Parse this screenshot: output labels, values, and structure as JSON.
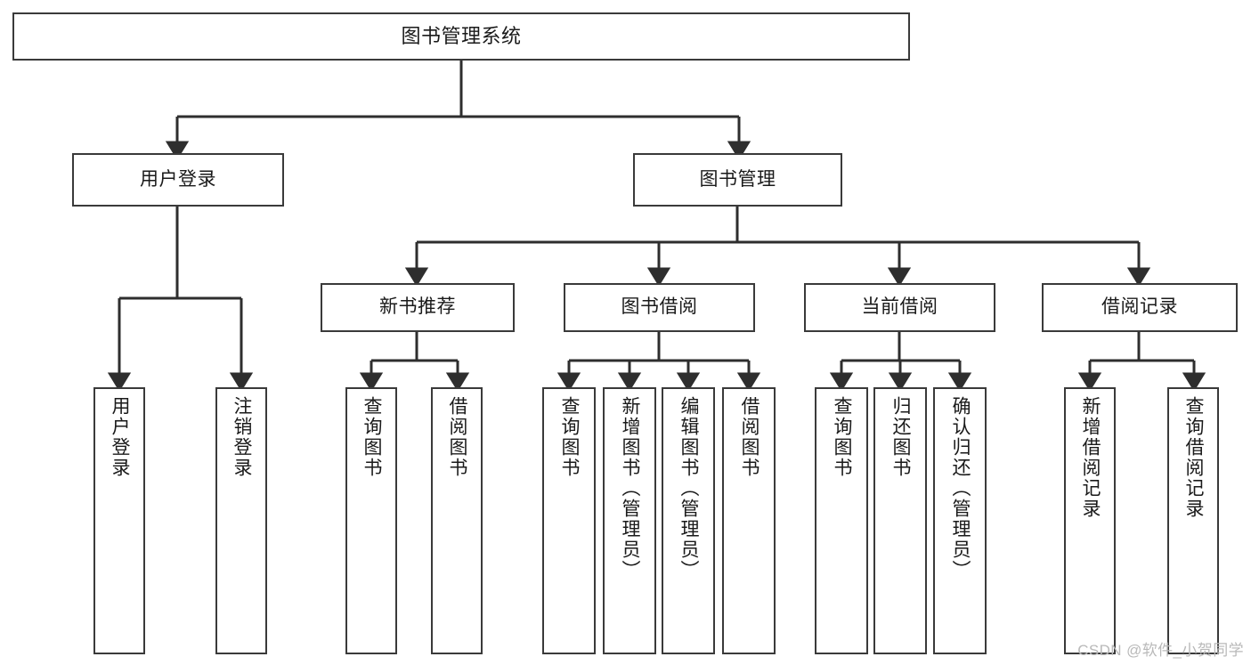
{
  "diagram": {
    "type": "tree",
    "title": "图书管理系统",
    "orientation": "top-down",
    "stroke_color": "#3a3a3a",
    "fill_color": "#ffffff",
    "text_color": "#1a1a1a",
    "root": {
      "id": "root",
      "label": "图书管理系统"
    },
    "level2": [
      {
        "id": "n-user-login",
        "label": "用户登录"
      },
      {
        "id": "n-book-manage",
        "label": "图书管理"
      }
    ],
    "level3": [
      {
        "id": "n-new-book-rec",
        "label": "新书推荐",
        "parent": "n-book-manage"
      },
      {
        "id": "n-book-borrow",
        "label": "图书借阅",
        "parent": "n-book-manage"
      },
      {
        "id": "n-current-borrow",
        "label": "当前借阅",
        "parent": "n-book-manage"
      },
      {
        "id": "n-borrow-record",
        "label": "借阅记录",
        "parent": "n-book-manage"
      }
    ],
    "leaves": [
      {
        "id": "leaf-user-login",
        "label": "用户登录",
        "parent": "n-user-login"
      },
      {
        "id": "leaf-logout-login",
        "label": "注销登录",
        "parent": "n-user-login"
      },
      {
        "id": "leaf-query-book-1",
        "label": "查询图书",
        "parent": "n-new-book-rec"
      },
      {
        "id": "leaf-borrow-book-1",
        "label": "借阅图书",
        "parent": "n-new-book-rec"
      },
      {
        "id": "leaf-query-book-2",
        "label": "查询图书",
        "parent": "n-book-borrow"
      },
      {
        "id": "leaf-add-book",
        "label": "新增图书（管理员）",
        "parent": "n-book-borrow"
      },
      {
        "id": "leaf-edit-book",
        "label": "编辑图书（管理员）",
        "parent": "n-book-borrow"
      },
      {
        "id": "leaf-borrow-book-2",
        "label": "借阅图书",
        "parent": "n-book-borrow"
      },
      {
        "id": "leaf-query-book-3",
        "label": "查询图书",
        "parent": "n-current-borrow"
      },
      {
        "id": "leaf-return-book",
        "label": "归还图书",
        "parent": "n-current-borrow"
      },
      {
        "id": "leaf-confirm-return",
        "label": "确认归还（管理员）",
        "parent": "n-current-borrow"
      },
      {
        "id": "leaf-add-record",
        "label": "新增借阅记录",
        "parent": "n-borrow-record"
      },
      {
        "id": "leaf-query-record",
        "label": "查询借阅记录",
        "parent": "n-borrow-record"
      }
    ]
  },
  "watermark": {
    "text": "CSDN @软件_小贺同学"
  }
}
